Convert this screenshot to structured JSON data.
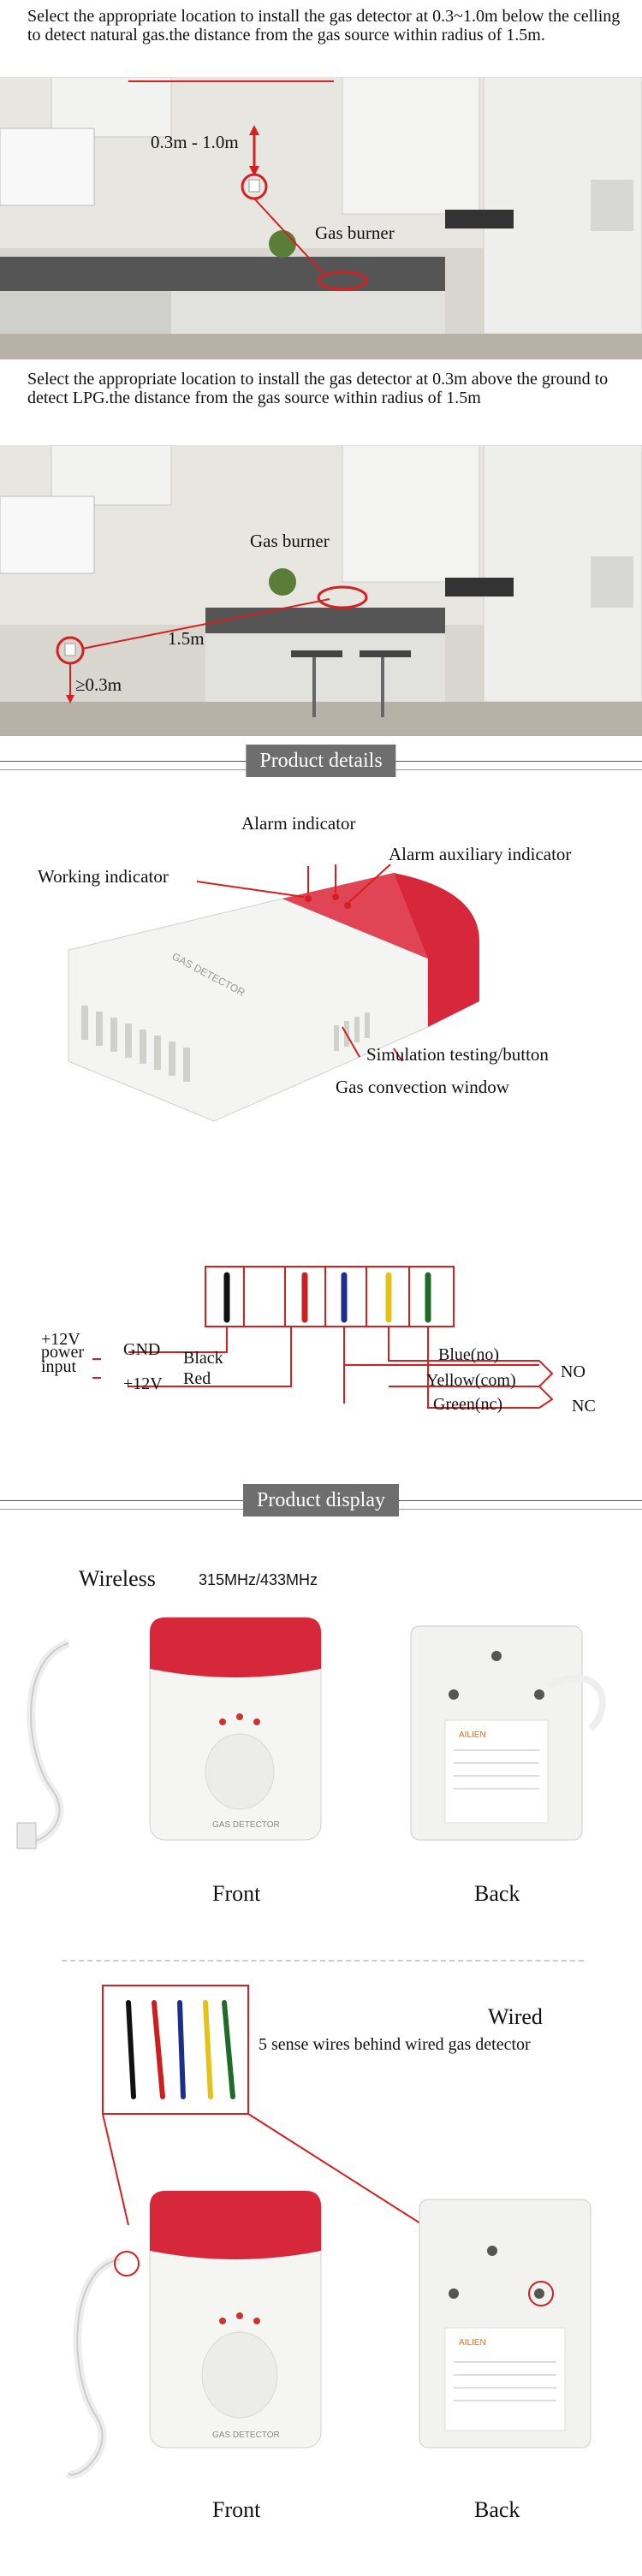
{
  "install_lpg_intro": "",
  "section1": {
    "text": "Select the appropriate location to install the gas detector at 0.3~1.0m below the celling to detect natural gas.the distance from the gas source within radius of 1.5m.",
    "height_label": "0.3m - 1.0m",
    "burner_label": "Gas burner"
  },
  "section2": {
    "text": "Select the appropriate location to install the gas detector at 0.3m above the ground to detect LPG.the distance from the gas source within radius of 1.5m",
    "burner_label": "Gas burner",
    "distance_label": "1.5m",
    "height_label": "≥0.3m"
  },
  "product_details": {
    "title": "Product details",
    "alarm_indicator": "Alarm indicator",
    "alarm_aux_indicator": "Alarm auxiliary indicator",
    "working_indicator": "Working indicator",
    "sim_button": "Simulation testing/button",
    "convection": "Gas convection window",
    "device_label": "GAS DETECTOR"
  },
  "wiring": {
    "power_volt": "+12V",
    "power_label_1": "power",
    "power_label_2": "input",
    "gnd": "GND",
    "plus12": "+12V",
    "black": "Black",
    "red": "Red",
    "blue": "Blue(no)",
    "yellow": "Yellow(com)",
    "green": "Green(nc)",
    "no": "NO",
    "nc": "NC",
    "wire_colors": [
      "#111111",
      "#cc1f1f",
      "#1c2f8c",
      "#e3c21a",
      "#1f6b2a"
    ]
  },
  "product_display": {
    "title": "Product display",
    "wireless_label": "Wireless",
    "wireless_freq": "315MHz/433MHz",
    "front": "Front",
    "back": "Back",
    "wired_label": "Wired",
    "wired_note": "5 sense wires behind wired gas detector",
    "front2": "Front",
    "back2": "Back",
    "device_label": "GAS DETECTOR",
    "brand": "AILIEN"
  }
}
